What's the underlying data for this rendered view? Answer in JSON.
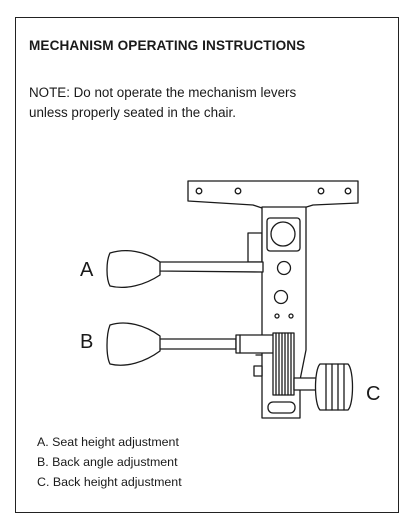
{
  "heading": "MECHANISM OPERATING INSTRUCTIONS",
  "note_lines": [
    "NOTE: Do not operate the mechanism levers",
    "unless properly seated in the chair."
  ],
  "callouts": {
    "a": "A",
    "b": "B",
    "c": "C"
  },
  "legend": [
    "A. Seat height adjustment",
    "B. Back angle adjustment",
    "C. Back height adjustment"
  ]
}
